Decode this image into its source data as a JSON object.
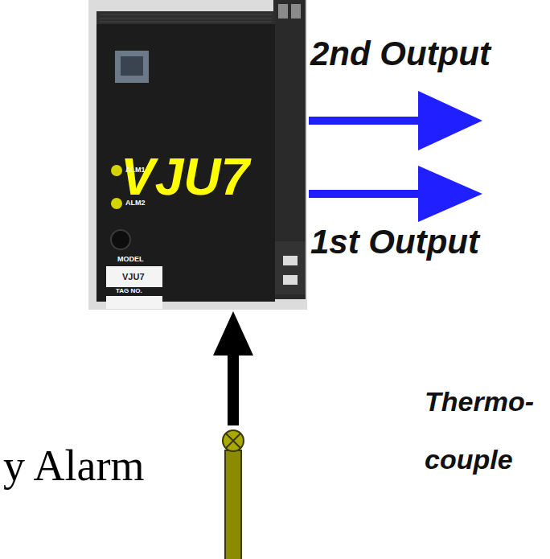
{
  "diagram": {
    "nodes": [
      {
        "text": [
          "VJU7"
        ]
      },
      {
        "text": [
          "Thermo- couple"
        ]
      }
    ],
    "edges": [
      {
        "from": 1,
        "to": 0,
        "arrow": "to"
      }
    ],
    "labels": [
      "2nd Output",
      "1st Output",
      "ALM1",
      "ALM2",
      "MODEL",
      "VJU7",
      "TAG NO.",
      "y Alarm"
    ]
  }
}
